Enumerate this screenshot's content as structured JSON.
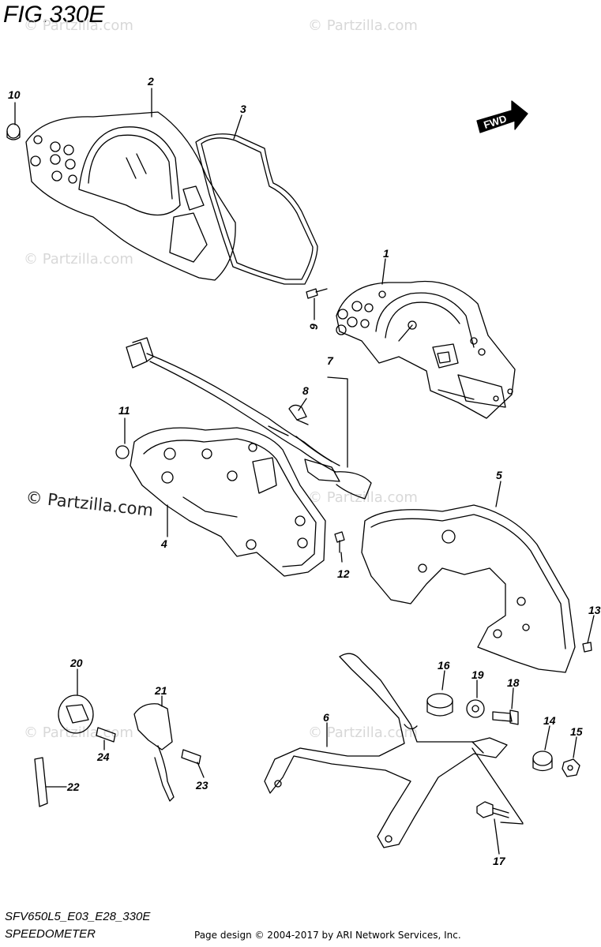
{
  "figure": {
    "title": "FIG.330E",
    "model_code": "SFV650L5_E03_E28_330E",
    "section_name": "SPEEDOMETER",
    "direction_tag": "FWD",
    "footer": "Page design © 2004-2017 by ARI Network Services, Inc.",
    "watermark": "© Partzilla.com",
    "watermark_faint": "© Partzilla.com"
  },
  "callouts": [
    {
      "id": "callout-1",
      "label": "1"
    },
    {
      "id": "callout-2",
      "label": "2"
    },
    {
      "id": "callout-3",
      "label": "3"
    },
    {
      "id": "callout-4",
      "label": "4"
    },
    {
      "id": "callout-5",
      "label": "5"
    },
    {
      "id": "callout-6",
      "label": "6"
    },
    {
      "id": "callout-7",
      "label": "7"
    },
    {
      "id": "callout-8",
      "label": "8"
    },
    {
      "id": "callout-9",
      "label": "9"
    },
    {
      "id": "callout-10",
      "label": "10"
    },
    {
      "id": "callout-11",
      "label": "11"
    },
    {
      "id": "callout-12",
      "label": "12"
    },
    {
      "id": "callout-13",
      "label": "13"
    },
    {
      "id": "callout-14",
      "label": "14"
    },
    {
      "id": "callout-15",
      "label": "15"
    },
    {
      "id": "callout-16",
      "label": "16"
    },
    {
      "id": "callout-17",
      "label": "17"
    },
    {
      "id": "callout-18",
      "label": "18"
    },
    {
      "id": "callout-19",
      "label": "19"
    },
    {
      "id": "callout-20",
      "label": "20"
    },
    {
      "id": "callout-21",
      "label": "21"
    },
    {
      "id": "callout-22",
      "label": "22"
    },
    {
      "id": "callout-23",
      "label": "23"
    },
    {
      "id": "callout-24",
      "label": "24"
    }
  ],
  "colors": {
    "line": "#000000",
    "watermark": "#d8d8d8",
    "background": "#ffffff"
  }
}
